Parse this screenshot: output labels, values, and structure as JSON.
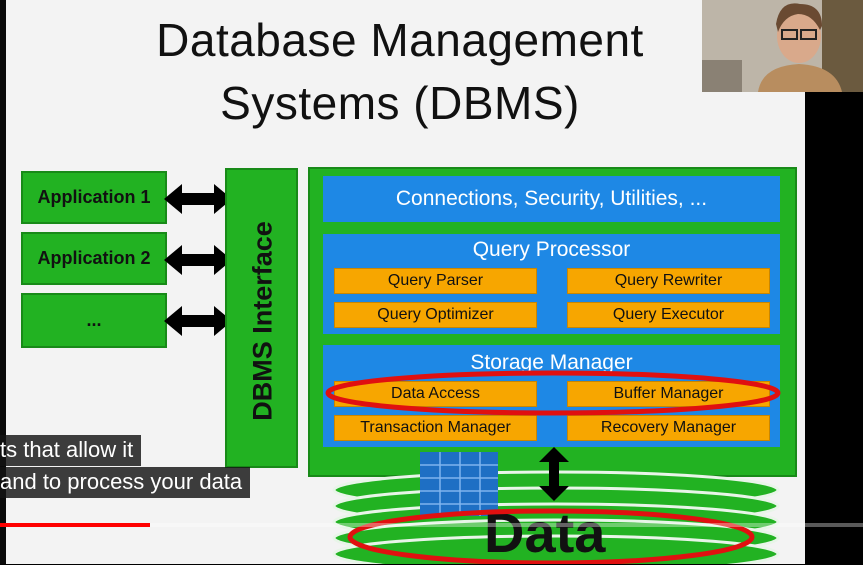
{
  "slide": {
    "title_line1": "Database Management",
    "title_line2": "Systems (DBMS)",
    "applications": [
      "Application 1",
      "Application 2",
      "..."
    ],
    "interface_label": "DBMS Interface",
    "connections_label": "Connections, Security, Utilities, ...",
    "query_processor": {
      "title": "Query Processor",
      "components": [
        "Query Parser",
        "Query Rewriter",
        "Query Optimizer",
        "Query Executor"
      ]
    },
    "storage_manager": {
      "title": "Storage Manager",
      "components": [
        "Data Access",
        "Buffer Manager",
        "Transaction Manager",
        "Recovery Manager"
      ]
    },
    "data_label": "Data"
  },
  "captions": [
    "ts that allow it",
    "and to process your data"
  ],
  "video": {
    "progress_fraction": 0.174
  },
  "colors": {
    "green": "#22b222",
    "blue": "#1e88e5",
    "orange": "#f7a600",
    "annotation_red": "#e01010",
    "progress_red": "#ff0000"
  }
}
